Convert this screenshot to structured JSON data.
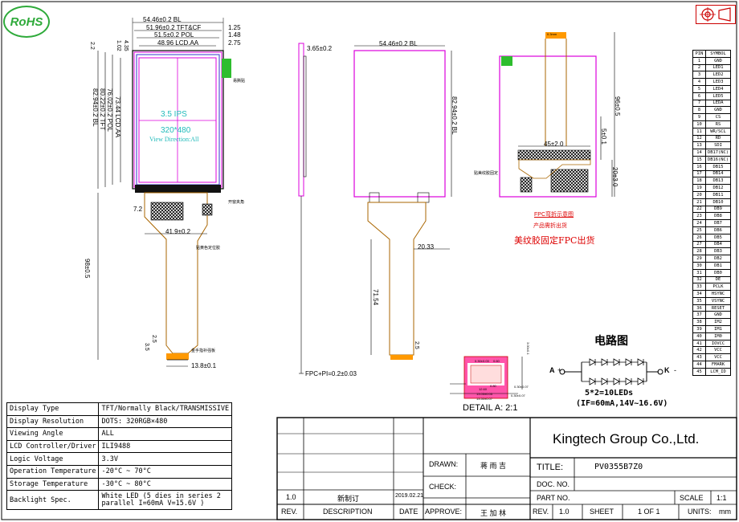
{
  "rohs": "RoHS",
  "front_view": {
    "dims_top": [
      "54.46±0.2  BL",
      "51.96±0.2  TFT&CF",
      "51.5±0.2  POL",
      "48.96  LCD.AA"
    ],
    "dims_top_right": [
      "1.25",
      "1.48",
      "2.75"
    ],
    "dims_left_small": [
      "2.2",
      "1.02",
      "4.35"
    ],
    "dims_left_vert": [
      "73.44  LCD.AA",
      "76.02±0.2  POL",
      "80.22±0.2  TFT",
      "82.94±0.2  BL"
    ],
    "screen_size": "3.5  IPS",
    "resolution": "320*480",
    "view_direction": "View Direction:All",
    "dim_72": "7.2",
    "dim_419": "41.9±0.2",
    "dim_98": "98±0.5",
    "dim_25": "2.5",
    "dim_35": "3.5",
    "dim_138": "13.8±0.1",
    "note_easy_tear": "易撕贴",
    "note_gold_finger": "金手指补强板",
    "note_label": "贴黄色定位胶",
    "note_clip": "开窗夹角"
  },
  "side_view": {
    "dim_365": "3.65±0.2",
    "fpc_pi": "FPC+PI=0.2±0.03"
  },
  "back_view": {
    "dim_width": "54.46±0.2  BL",
    "dim_height": "82.94±0.2  BL",
    "dim_2033": "20.33",
    "dim_7154": "71.54",
    "dim_25": "2.5"
  },
  "fpc_bend": {
    "dim_96": "96±0.5",
    "dim_5": "5±0.1",
    "dim_20": "20±3.0",
    "dim_45": "45±2.0",
    "top_label": "0.3mm",
    "note_fix": "贴美纹胶固定",
    "caption1": "FPC弯折示意图",
    "caption2": "产品需折出货",
    "caption3": "美纹胶固定FPC出货"
  },
  "detail": {
    "title": "DETAIL  A: 2:1",
    "labels": [
      "0.30±0.03",
      "3.00±0.1",
      "0.30±0.07",
      "0.30±0.07",
      "12.60",
      "13.05±0.05",
      "13.50±0.07",
      "0.60",
      "0.80"
    ]
  },
  "circuit": {
    "title": "电路图",
    "anode": "A",
    "cathode": "K",
    "plus": "+",
    "minus": "-",
    "note1": "5*2=10LEDs",
    "note2": "(IF=60mA,14V~16.6V)"
  },
  "pin_table": {
    "headers": [
      "PIN",
      "SYMBOL"
    ],
    "rows": [
      [
        "1",
        "GND"
      ],
      [
        "2",
        "LED1"
      ],
      [
        "3",
        "LED2"
      ],
      [
        "4",
        "LED3"
      ],
      [
        "5",
        "LED4"
      ],
      [
        "6",
        "LED5"
      ],
      [
        "7",
        "LEDA"
      ],
      [
        "8",
        "GND"
      ],
      [
        "9",
        "CS"
      ],
      [
        "10",
        "RS"
      ],
      [
        "11",
        "WR/SCL"
      ],
      [
        "12",
        "RD"
      ],
      [
        "13",
        "SDI"
      ],
      [
        "14",
        "DB17(NC)"
      ],
      [
        "15",
        "DB16(NC)"
      ],
      [
        "16",
        "DB15"
      ],
      [
        "17",
        "DB14"
      ],
      [
        "18",
        "DB13"
      ],
      [
        "19",
        "DB12"
      ],
      [
        "20",
        "DB11"
      ],
      [
        "21",
        "DB10"
      ],
      [
        "22",
        "DB9"
      ],
      [
        "23",
        "DB8"
      ],
      [
        "24",
        "DB7"
      ],
      [
        "25",
        "DB6"
      ],
      [
        "26",
        "DB5"
      ],
      [
        "27",
        "DB4"
      ],
      [
        "28",
        "DB3"
      ],
      [
        "29",
        "DB2"
      ],
      [
        "30",
        "DB1"
      ],
      [
        "31",
        "DB0"
      ],
      [
        "32",
        "DE"
      ],
      [
        "33",
        "PCLK"
      ],
      [
        "34",
        "HSYNC"
      ],
      [
        "35",
        "VSYNC"
      ],
      [
        "36",
        "RESET"
      ],
      [
        "37",
        "GND"
      ],
      [
        "38",
        "IM2"
      ],
      [
        "39",
        "IM1"
      ],
      [
        "40",
        "IM0"
      ],
      [
        "41",
        "IOVCC"
      ],
      [
        "42",
        "VCC"
      ],
      [
        "43",
        "VCC"
      ],
      [
        "44",
        "FMARK"
      ],
      [
        "45",
        "LCM_ID"
      ]
    ]
  },
  "spec_table": [
    {
      "label": "Display Type",
      "value": "TFT/Normally Black/TRANSMISSIVE"
    },
    {
      "label": "Display Resolution",
      "value": "DOTS: 320RGB×480"
    },
    {
      "label": "Viewing Angle",
      "value": "ALL"
    },
    {
      "label": "LCD Controller/Driver",
      "value": "ILI9488"
    },
    {
      "label": "Logic Voltage",
      "value": "3.3V"
    },
    {
      "label": "Operation Temperature",
      "value": "-20°C ~ 70°C"
    },
    {
      "label": "Storage Temperature",
      "value": "-30°C ~ 80°C"
    },
    {
      "label": "Backlight Spec.",
      "value": "White LED (5 dies in series 2 parallel   I=60mA V=15.6V )"
    }
  ],
  "title_block": {
    "company": "Kingtech Group Co.,Ltd.",
    "title_label": "TITLE:",
    "title_value": "PV0355B7Z0",
    "doc_label": "DOC. NO.",
    "part_label": "PART NO.",
    "scale_label": "SCALE",
    "scale_value": "1:1",
    "rev_label": "REV.",
    "rev_value": "1.0",
    "sheet_label": "SHEET",
    "sheet_value": "1 OF 1",
    "units_label": "UNITS:",
    "units_value": "mm",
    "drawn_label": "DRAWN:",
    "drawn_value": "蒋 雨 吉",
    "check_label": "CHECK:",
    "approve_label": "APPROVE:",
    "approve_value": "王 加 林",
    "rev_col_label": "REV.",
    "desc_col_label": "DESCRIPTION",
    "date_col_label": "DATE",
    "rev_entry": "1.0",
    "desc_entry": "新制订",
    "date_entry": "2019.02.21"
  }
}
